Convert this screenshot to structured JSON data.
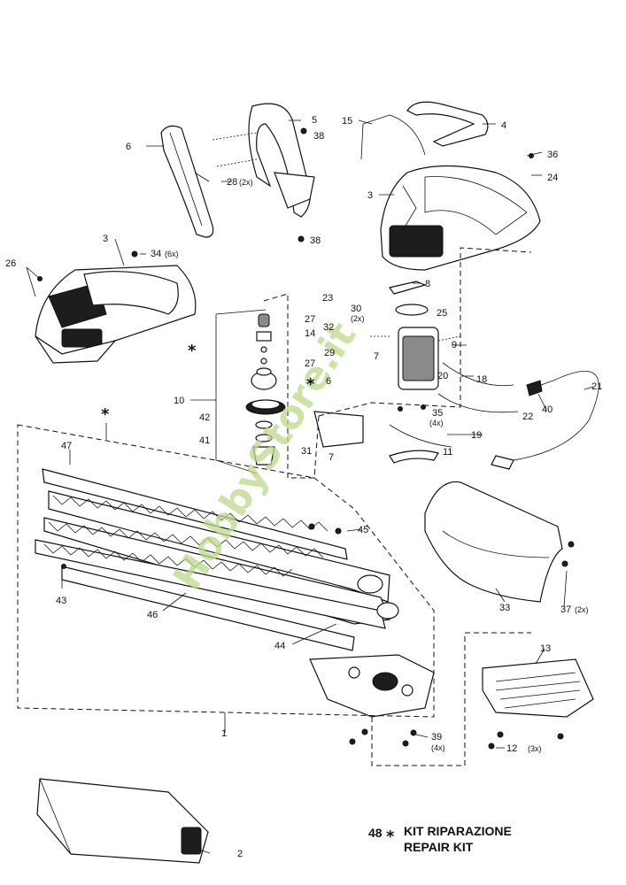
{
  "title": "Exploded parts diagram - hedge trimmer",
  "watermark": "HobbyStore.it",
  "labels": {
    "p1": "1",
    "p2": "2",
    "p3a": "3",
    "p3b": "3",
    "p4": "4",
    "p5": "5",
    "p6a": "6",
    "p6b": "6",
    "p7a": "7",
    "p7b": "7",
    "p8": "8",
    "p9": "9",
    "p10": "10",
    "p11": "11",
    "p12": "12",
    "p12q": "(3x)",
    "p13": "13",
    "p14": "14",
    "p15": "15",
    "p18": "18",
    "p19": "19",
    "p20": "20",
    "p21": "21",
    "p22": "22",
    "p23": "23",
    "p24": "24",
    "p25": "25",
    "p26": "26",
    "p27a": "27",
    "p27b": "27",
    "p28": "28",
    "p28q": "(2x)",
    "p29": "29",
    "p30": "30",
    "p30q": "(2x)",
    "p31": "31",
    "p32": "32",
    "p33": "33",
    "p34": "34",
    "p34q": "(6x)",
    "p35": "35",
    "p35q": "(4x)",
    "p36": "36",
    "p37": "37",
    "p37q": "(2x)",
    "p38a": "38",
    "p38b": "38",
    "p39": "39",
    "p39q": "(4x)",
    "p40": "40",
    "p41": "41",
    "p42": "42",
    "p43": "43",
    "p44": "44",
    "p45": "45",
    "p46": "46",
    "p47": "47"
  },
  "kit": {
    "number": "48",
    "star": "*",
    "line1": "KIT RIPARAZIONE",
    "line2": "REPAIR KIT"
  },
  "stars": {
    "s1": "*",
    "s2": "*",
    "s3": "*"
  }
}
